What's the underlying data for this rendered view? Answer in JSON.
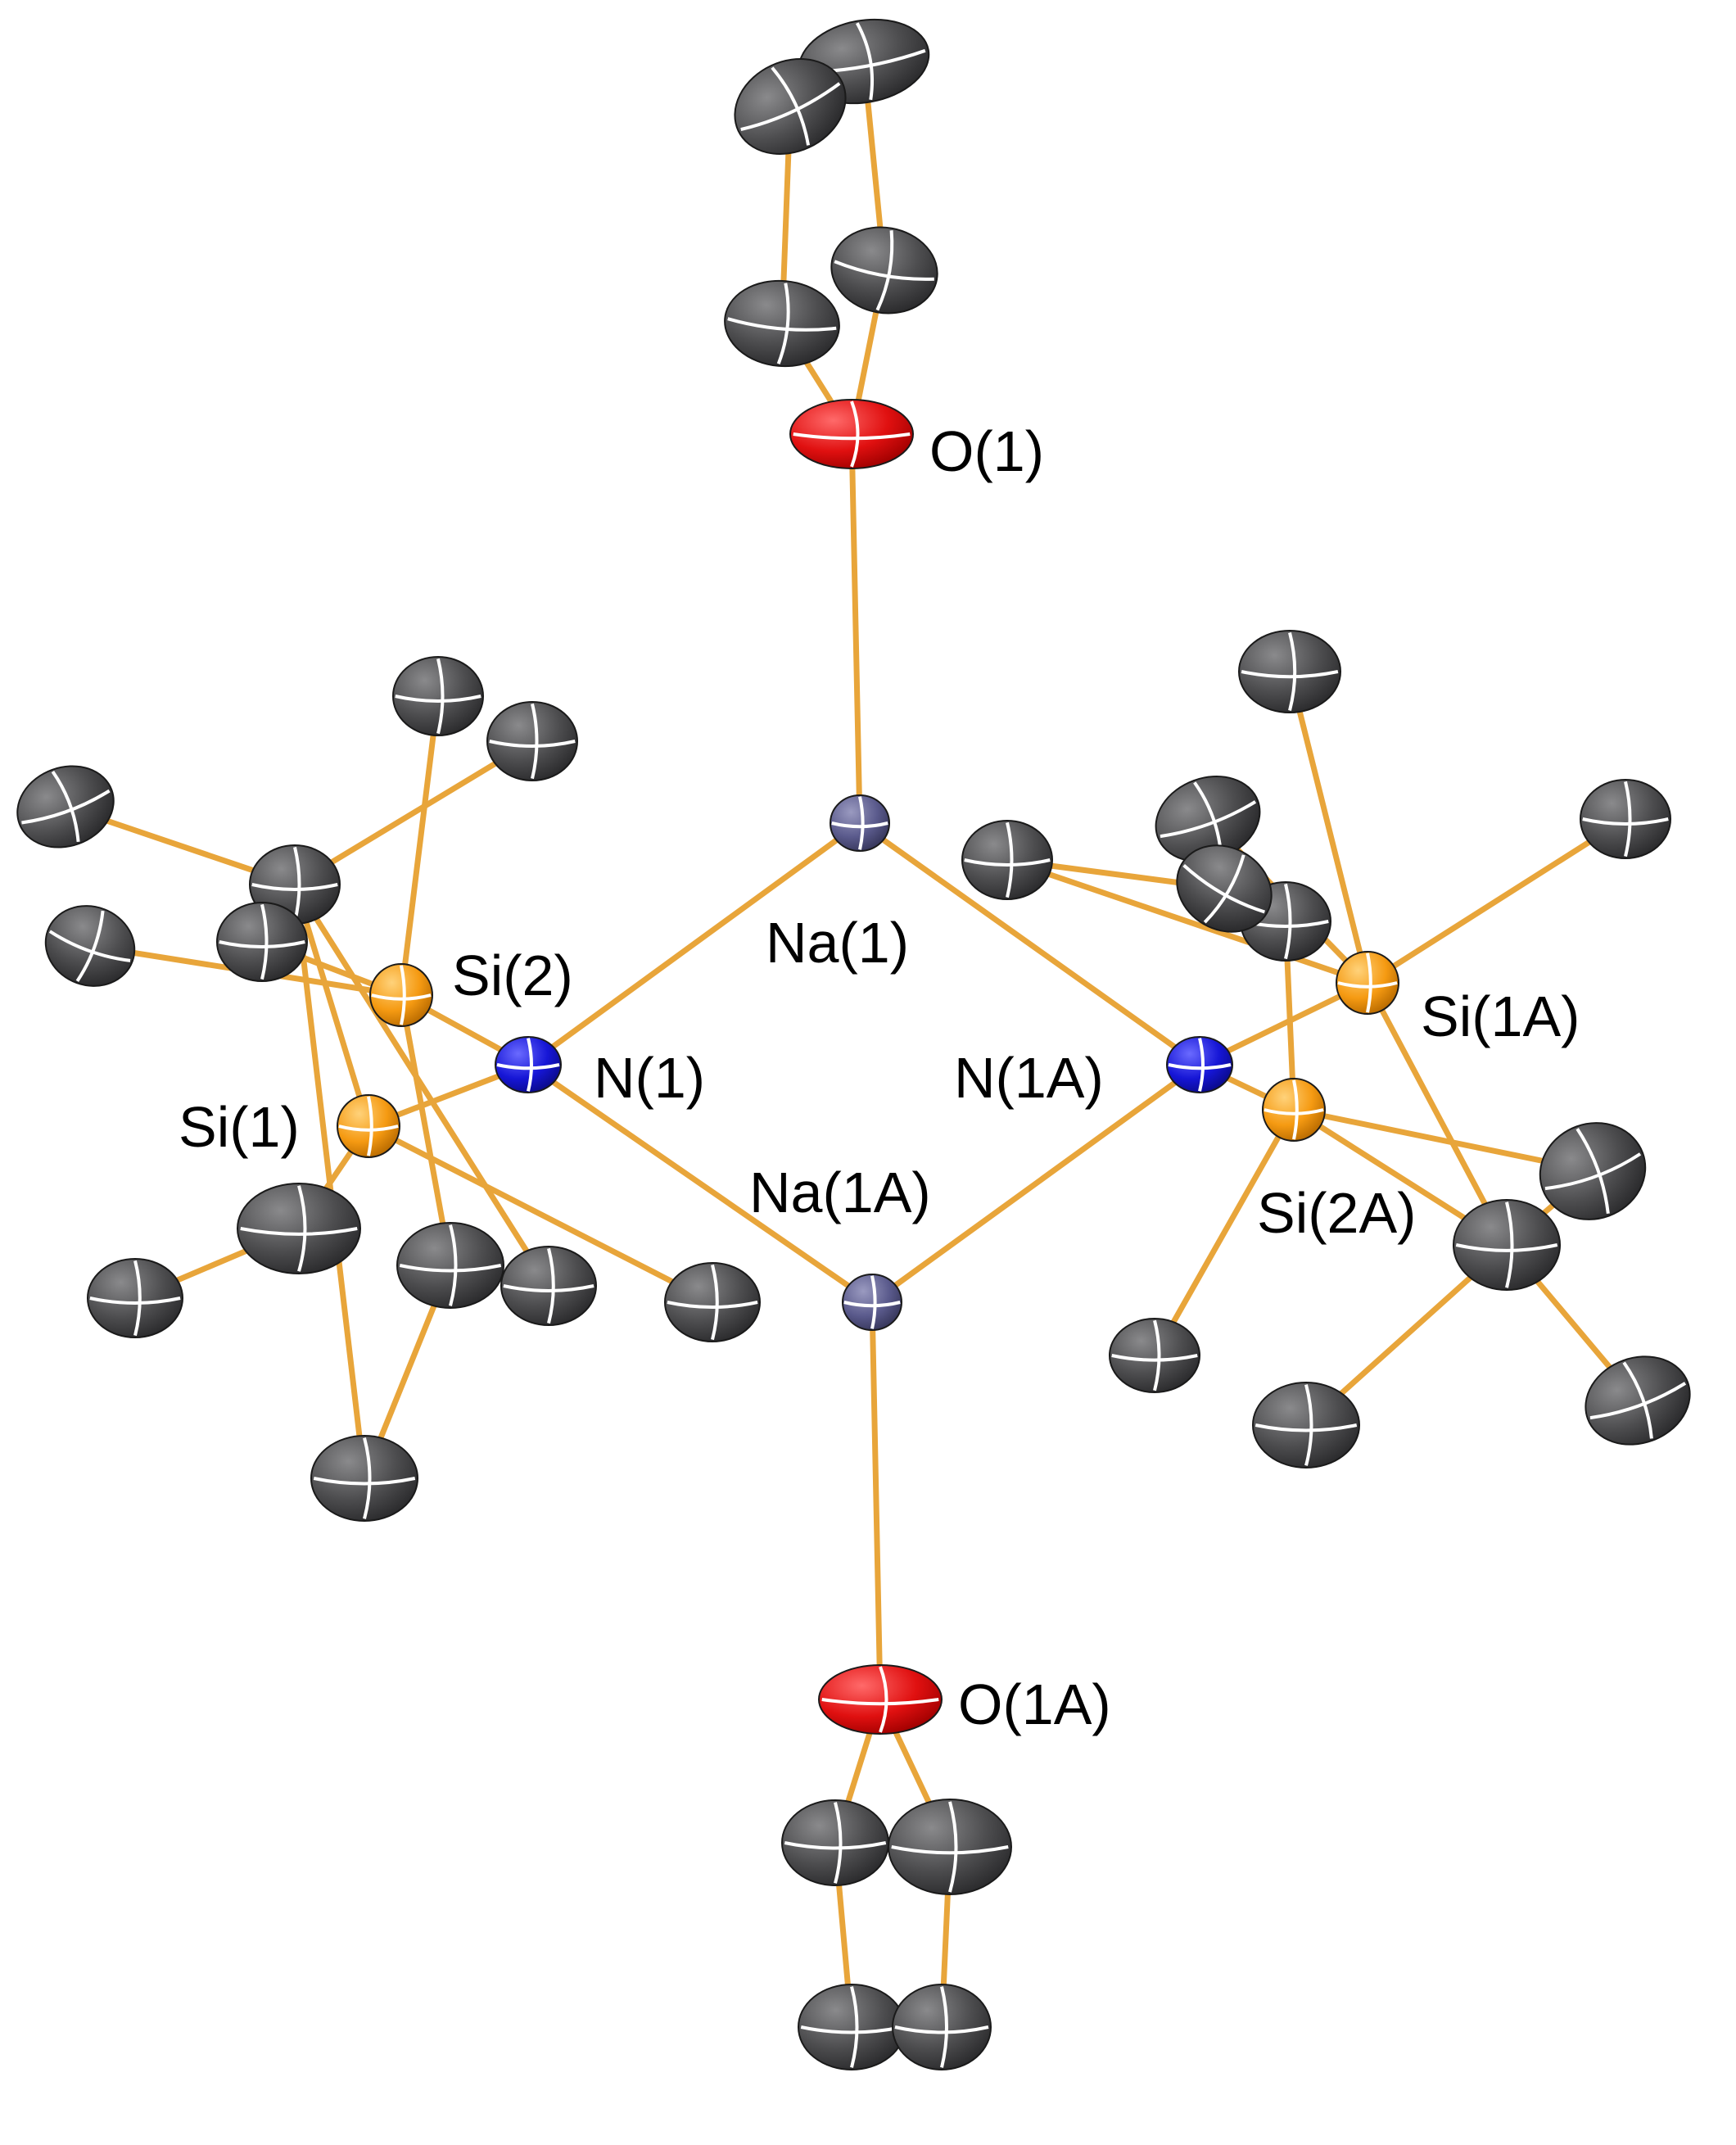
{
  "colors": {
    "bond": "#e8a53a",
    "carbon": "#4d4d4f",
    "oxygen": "#e01010",
    "nitrogen": "#1616d6",
    "sodium": "#5a5a8c",
    "silicon": "#f59a12",
    "highlight": "#ffffff",
    "label": "#000000"
  },
  "labels": {
    "O1": "O(1)",
    "O1A": "O(1A)",
    "Na1": "Na(1)",
    "Na1A": "Na(1A)",
    "N1": "N(1)",
    "N1A": "N(1A)",
    "Si1": "Si(1)",
    "Si2": "Si(2)",
    "Si1A": "Si(1A)",
    "Si2A": "Si(2A)"
  }
}
